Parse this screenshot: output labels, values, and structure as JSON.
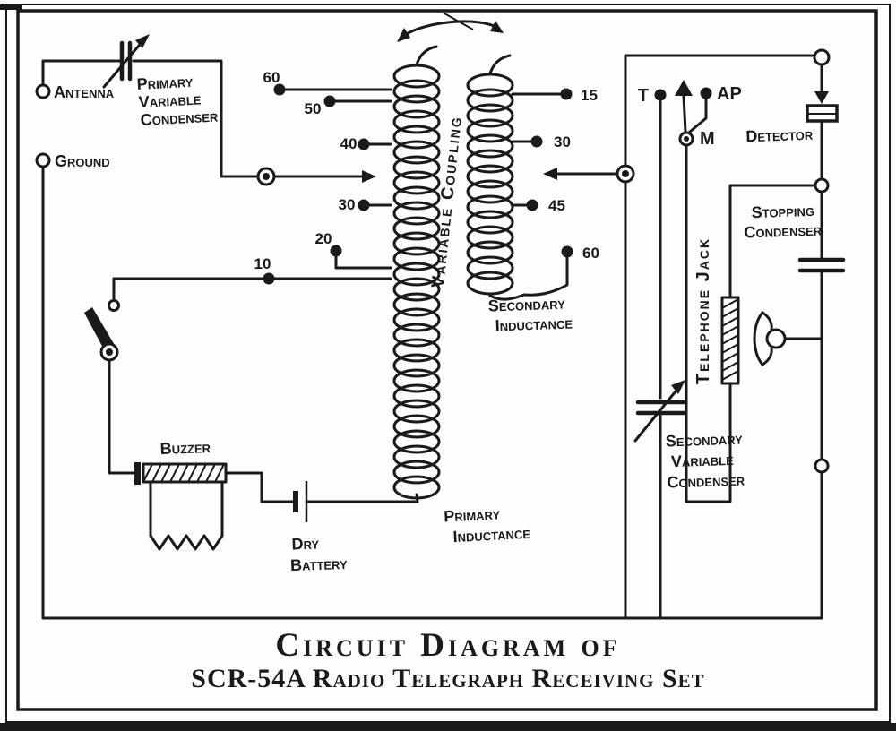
{
  "title": {
    "line1": "Circuit Diagram of",
    "line2": "SCR-54A Radio Telegraph Receiving Set"
  },
  "labels": {
    "antenna": "Antenna",
    "ground": "Ground",
    "primary_variable_condenser": [
      "Primary",
      "Variable",
      "Condenser"
    ],
    "variable_coupling": "Variable Coupling",
    "primary_inductance": [
      "Primary",
      "Inductance"
    ],
    "secondary_inductance": [
      "Secondary",
      "Inductance"
    ],
    "secondary_variable_condenser": [
      "Secondary",
      "Variable",
      "Condenser"
    ],
    "telephone_jack": "Telephone Jack",
    "detector": "Detector",
    "stopping_condenser": [
      "Stopping",
      "Condenser"
    ],
    "buzzer": "Buzzer",
    "dry_battery": [
      "Dry",
      "Battery"
    ]
  },
  "contacts": {
    "t": "T",
    "ap": "AP",
    "m": "M"
  },
  "taps": {
    "primary": [
      "60",
      "50",
      "40",
      "30",
      "20",
      "10"
    ],
    "secondary": [
      "15",
      "30",
      "45",
      "60"
    ]
  },
  "colors": {
    "ink": "#1a1a1a",
    "paper": "#fdfdfb"
  }
}
